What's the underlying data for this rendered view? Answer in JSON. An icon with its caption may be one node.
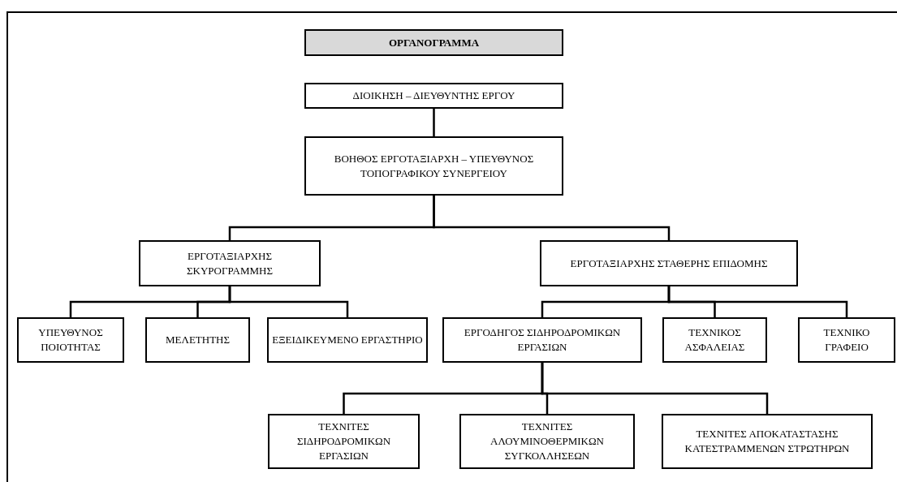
{
  "diagram": {
    "nodes": [
      {
        "text": [
          "ΟΡΓΑΝΟΓΡΑΜΜΑ"
        ]
      },
      {
        "text": [
          "ΔΙΟΙΚΗΣΗ – ΔΙΕΥΘΥΝΤΗΣ ΕΡΓΟΥ"
        ]
      },
      {
        "text": [
          "ΒΟΗΘΟΣ ΕΡΓΟΤΑΞΙΑΡΧΗ – ΥΠΕΥΘΥΝΟΣ ΤΟΠΟΓΡΑΦΙΚΟΥ ΣΥΝΕΡΓΕΙΟΥ"
        ]
      },
      {
        "text": [
          "ΕΡΓΟΤΑΞΙΑΡΧΗΣ ΣΚΥΡΟΓΡΑΜΜΗΣ"
        ]
      },
      {
        "text": [
          "ΕΡΓΟΤΑΞΙΑΡΧΗΣ ΣΤΑΘΕΡΗΣ ΕΠΙΔΟΜΗΣ"
        ]
      },
      {
        "text": [
          "ΥΠΕΥΘΥΝΟΣ ΠΟΙΟΤΗΤΑΣ"
        ]
      },
      {
        "text": [
          "ΜΕΛΕΤΗΤΗΣ"
        ]
      },
      {
        "text": [
          "ΕΞΕΙΔΙΚΕΥΜΕΝΟ ΕΡΓΑΣΤΗΡΙΟ"
        ]
      },
      {
        "text": [
          "ΕΡΓΟΔΗΓΟΣ ΣΙΔΗΡΟΔΡΟΜΙΚΩΝ ΕΡΓΑΣΙΩΝ"
        ]
      },
      {
        "text": [
          "ΤΕΧΝΙΚΟΣ ΑΣΦΑΛΕΙΑΣ"
        ]
      },
      {
        "text": [
          "ΤΕΧΝΙΚΟ ΓΡΑΦΕΙΟ"
        ]
      },
      {
        "text": [
          "ΤΕΧΝΙΤΕΣ ΣΙΔΗΡΟΔΡΟΜΙΚΩΝ ΕΡΓΑΣΙΩΝ"
        ]
      },
      {
        "text": [
          "ΤΕΧΝΙΤΕΣ ΑΛΟΥΜΙΝΟΘΕΡΜΙΚΩΝ ΣΥΓΚΟΛΛΗΣΕΩΝ"
        ]
      },
      {
        "text": [
          "ΤΕΧΝΙΤΕΣ ΑΠΟΚΑΤΑΣΤΑΣΗΣ ΚΑΤΕΣΤΡΑΜΜΕΝΩΝ ΣΤΡΩΤΗΡΩΝ"
        ]
      }
    ],
    "edges": [
      {
        "from": 1,
        "to": 2,
        "arrow": "none"
      },
      {
        "from": 2,
        "to": 3,
        "arrow": "none"
      },
      {
        "from": 2,
        "to": 4,
        "arrow": "none"
      },
      {
        "from": 3,
        "to": 5,
        "arrow": "none"
      },
      {
        "from": 3,
        "to": 6,
        "arrow": "none"
      },
      {
        "from": 3,
        "to": 7,
        "arrow": "none"
      },
      {
        "from": 4,
        "to": 8,
        "arrow": "none"
      },
      {
        "from": 4,
        "to": 9,
        "arrow": "none"
      },
      {
        "from": 4,
        "to": 10,
        "arrow": "none"
      },
      {
        "from": 8,
        "to": 11,
        "arrow": "none"
      },
      {
        "from": 8,
        "to": 12,
        "arrow": "none"
      },
      {
        "from": 8,
        "to": 13,
        "arrow": "none"
      }
    ]
  }
}
